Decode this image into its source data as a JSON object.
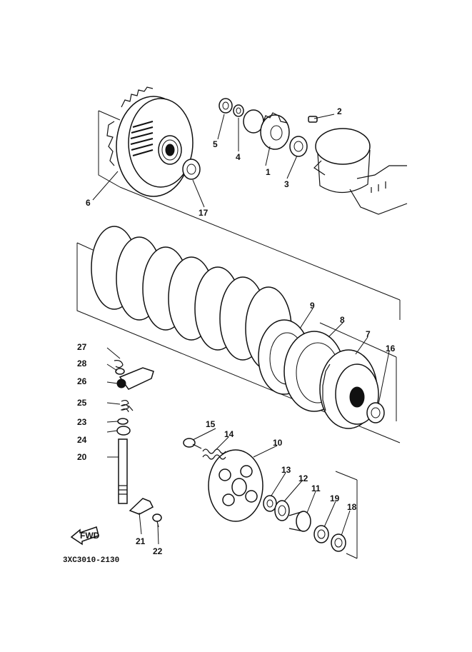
{
  "diagram": {
    "code": "3XC3010-2130",
    "fwd_label": "FWD",
    "callouts": [
      "1",
      "2",
      "3",
      "4",
      "5",
      "6",
      "7",
      "8",
      "9",
      "10",
      "11",
      "12",
      "13",
      "14",
      "15",
      "16",
      "17",
      "18",
      "19",
      "20",
      "21",
      "22",
      "23",
      "24",
      "25",
      "26",
      "27",
      "28"
    ]
  }
}
